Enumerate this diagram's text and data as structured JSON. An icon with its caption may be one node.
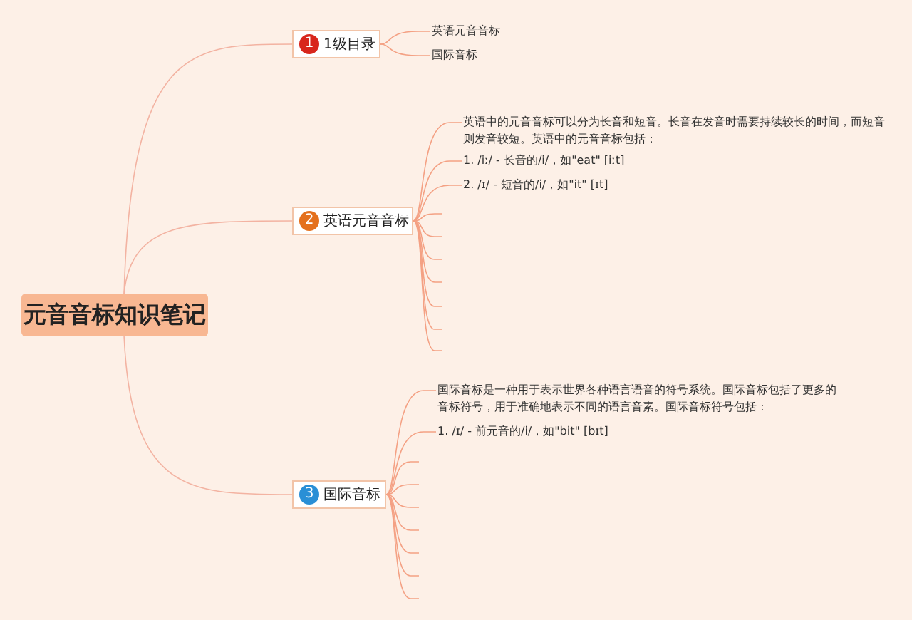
{
  "diagram": {
    "nodes": [
      {
        "text": [
          "元音音标知识笔记"
        ]
      },
      {
        "text": [
          "1",
          "1级目录"
        ]
      },
      {
        "text": [
          "2",
          "英语元音音标"
        ]
      },
      {
        "text": [
          "3",
          "国际音标"
        ]
      },
      {
        "text": [
          "英语元音音标"
        ]
      },
      {
        "text": [
          "国际音标"
        ]
      },
      {
        "text": [
          "英语中的元音音标可以分为长音和短音。长音在发音时需要持续较长的时间，而短音则发音较短。英语中的元音音标包括："
        ]
      },
      {
        "text": [
          "1. /iː/ - 长音的/i/，如\"eat\" [iːt]"
        ]
      },
      {
        "text": [
          "2. /ɪ/ - 短音的/i/，如\"it\" [ɪt]"
        ]
      },
      {
        "text": [
          "国际音标是一种用于表示世界各种语言语音的符号系统。国际音标包括了更多的音标符号，用于准确地表示不同的语言音素。国际音标符号包括："
        ]
      },
      {
        "text": [
          "1. /ɪ/ - 前元音的/i/，如\"bit\" [bɪt]"
        ]
      }
    ],
    "edges": [
      {
        "from": 0,
        "to": 1,
        "arrow": "none"
      },
      {
        "from": 0,
        "to": 2,
        "arrow": "none"
      },
      {
        "from": 0,
        "to": 3,
        "arrow": "none"
      },
      {
        "from": 1,
        "to": 4,
        "arrow": "none"
      },
      {
        "from": 1,
        "to": 5,
        "arrow": "none"
      },
      {
        "from": 2,
        "to": 6,
        "arrow": "none"
      },
      {
        "from": 2,
        "to": 7,
        "arrow": "none"
      },
      {
        "from": 2,
        "to": 8,
        "arrow": "none"
      },
      {
        "from": 2,
        "to": null,
        "arrow": "none"
      },
      {
        "from": 2,
        "to": null,
        "arrow": "none"
      },
      {
        "from": 2,
        "to": null,
        "arrow": "none"
      },
      {
        "from": 2,
        "to": null,
        "arrow": "none"
      },
      {
        "from": 2,
        "to": null,
        "arrow": "none"
      },
      {
        "from": 2,
        "to": null,
        "arrow": "none"
      },
      {
        "from": 2,
        "to": null,
        "arrow": "none"
      },
      {
        "from": 3,
        "to": 9,
        "arrow": "none"
      },
      {
        "from": 3,
        "to": 10,
        "arrow": "none"
      },
      {
        "from": 3,
        "to": null,
        "arrow": "none"
      },
      {
        "from": 3,
        "to": null,
        "arrow": "none"
      },
      {
        "from": 3,
        "to": null,
        "arrow": "none"
      },
      {
        "from": 3,
        "to": null,
        "arrow": "none"
      },
      {
        "from": 3,
        "to": null,
        "arrow": "none"
      },
      {
        "from": 3,
        "to": null,
        "arrow": "none"
      },
      {
        "from": 3,
        "to": null,
        "arrow": "none"
      }
    ]
  }
}
